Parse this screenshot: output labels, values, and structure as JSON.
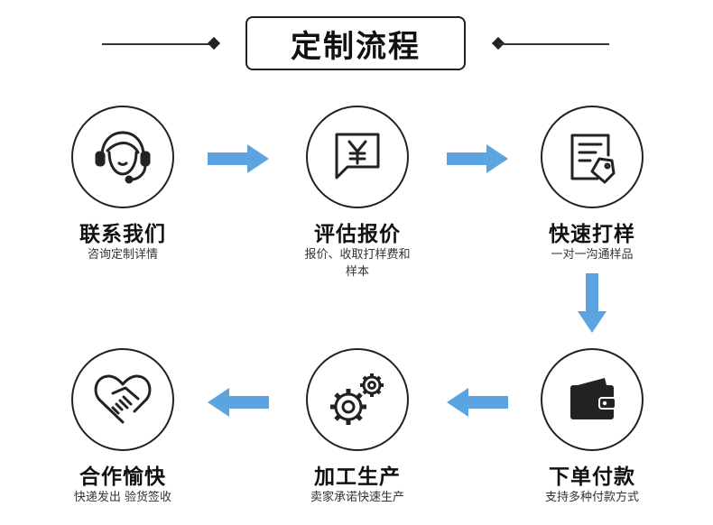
{
  "title": "定制流程",
  "colors": {
    "arrow": "#5ba4e0",
    "stroke": "#222222"
  },
  "steps": [
    {
      "name": "联系我们",
      "desc": "咨询定制详情",
      "icon": "customer-service-headset-icon"
    },
    {
      "name": "评估报价",
      "desc_line1": "报价、收取打样费和",
      "desc_line2": "样本",
      "icon": "yen-chat-bubble-icon"
    },
    {
      "name": "快速打样",
      "desc": "一对一沟通样品",
      "icon": "document-tag-icon"
    },
    {
      "name": "下单付款",
      "desc": "支持多种付款方式",
      "icon": "wallet-icon"
    },
    {
      "name": "加工生产",
      "desc": "卖家承诺快速生产",
      "icon": "gears-icon"
    },
    {
      "name": "合作愉快",
      "desc": "快递发出 验货签收",
      "icon": "handshake-heart-icon"
    }
  ]
}
